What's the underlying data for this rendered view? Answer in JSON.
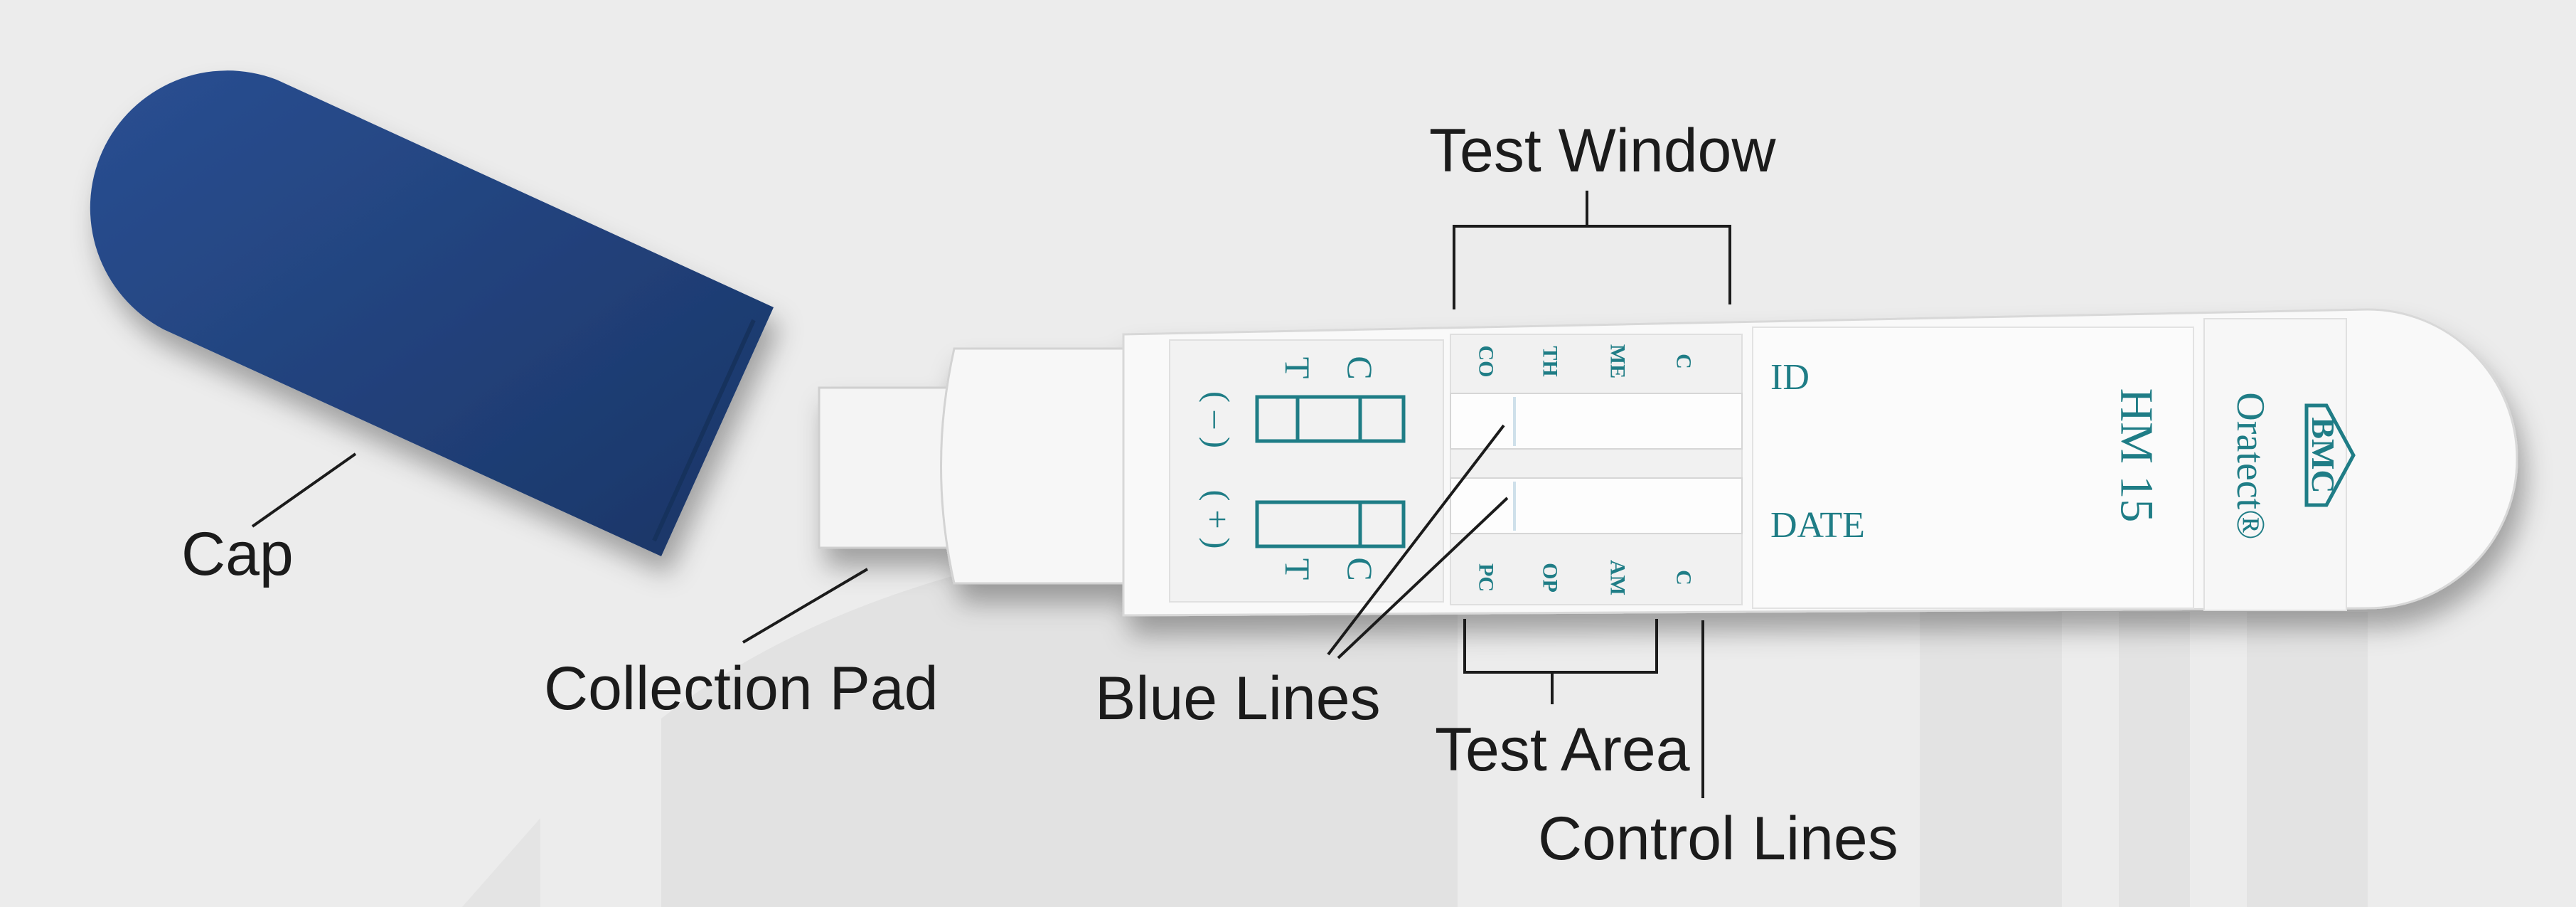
{
  "labels": {
    "cap": "Cap",
    "collection_pad": "Collection Pad",
    "blue_lines": "Blue Lines",
    "test_window": "Test Window",
    "test_area": "Test Area",
    "control_lines": "Control Lines"
  },
  "device": {
    "legend": {
      "c_top": "C",
      "t_top": "T",
      "negative": "( – )",
      "positive": "( + )",
      "t_bottom": "T",
      "c_bottom": "C"
    },
    "top_codes": [
      "CO",
      "TH",
      "ME",
      "C"
    ],
    "bottom_codes": [
      "PC",
      "OP",
      "AM",
      "C"
    ],
    "id_label": "ID",
    "date_label": "DATE",
    "model": "HM 15",
    "brand": "Oratect®",
    "logo": "BMC"
  },
  "colors": {
    "background": "#ececec",
    "cap": "#1f3f7a",
    "device_print": "#1f7d86",
    "text": "#1b1b1b"
  }
}
